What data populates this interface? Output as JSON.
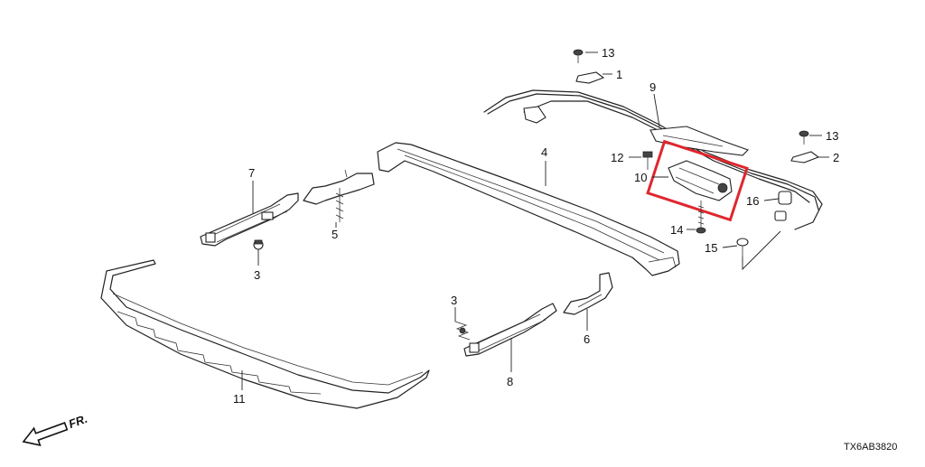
{
  "diagram": {
    "callouts": [
      "1",
      "2",
      "3",
      "3",
      "4",
      "5",
      "6",
      "7",
      "8",
      "9",
      "10",
      "11",
      "12",
      "13",
      "13",
      "14",
      "15",
      "16"
    ],
    "direction_label": "FR.",
    "diagram_code": "TX6AB3820",
    "highlight_color": "#e0262e"
  }
}
